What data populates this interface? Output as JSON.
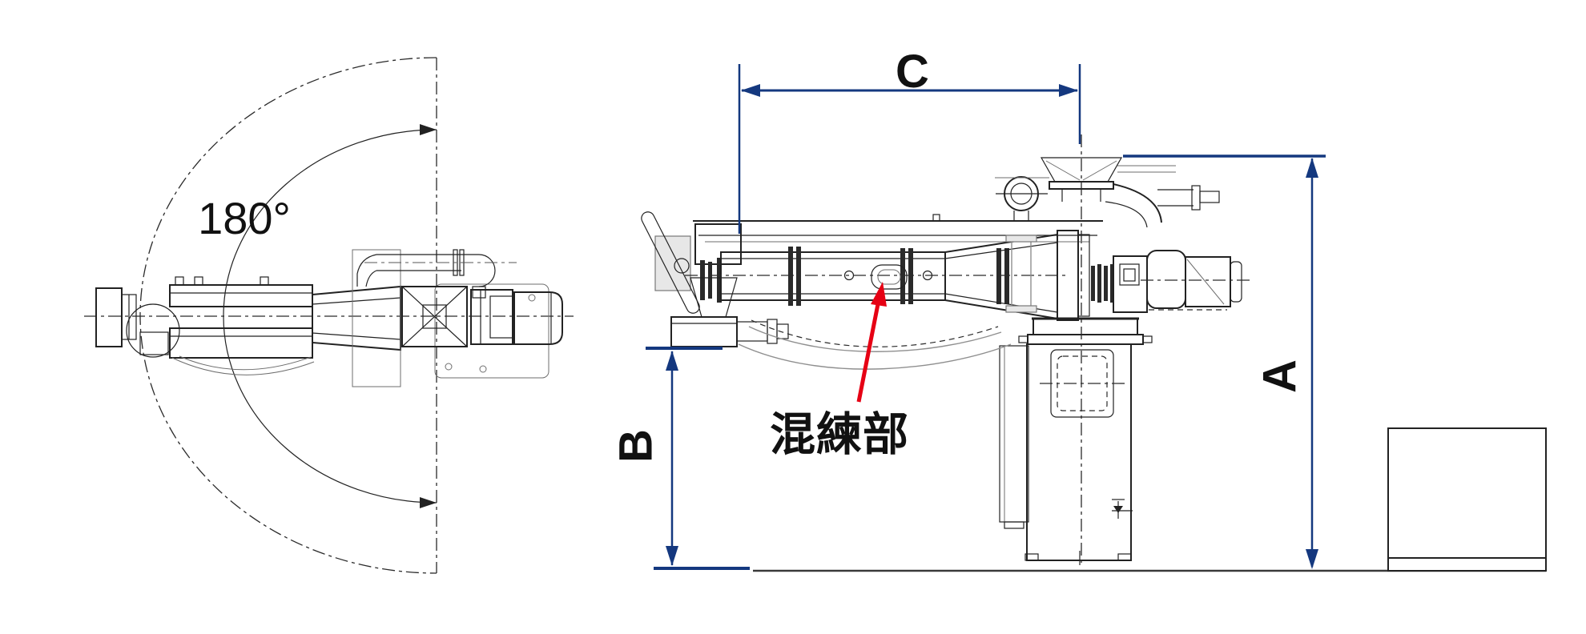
{
  "labels": {
    "swing_angle": "180°",
    "dim_c": "C",
    "dim_a": "A",
    "dim_b": "B",
    "kneading_section": "混練部"
  },
  "colors": {
    "dimension_blue": "#14387f",
    "callout_red": "#e60014",
    "drawing_line": "#222222"
  }
}
